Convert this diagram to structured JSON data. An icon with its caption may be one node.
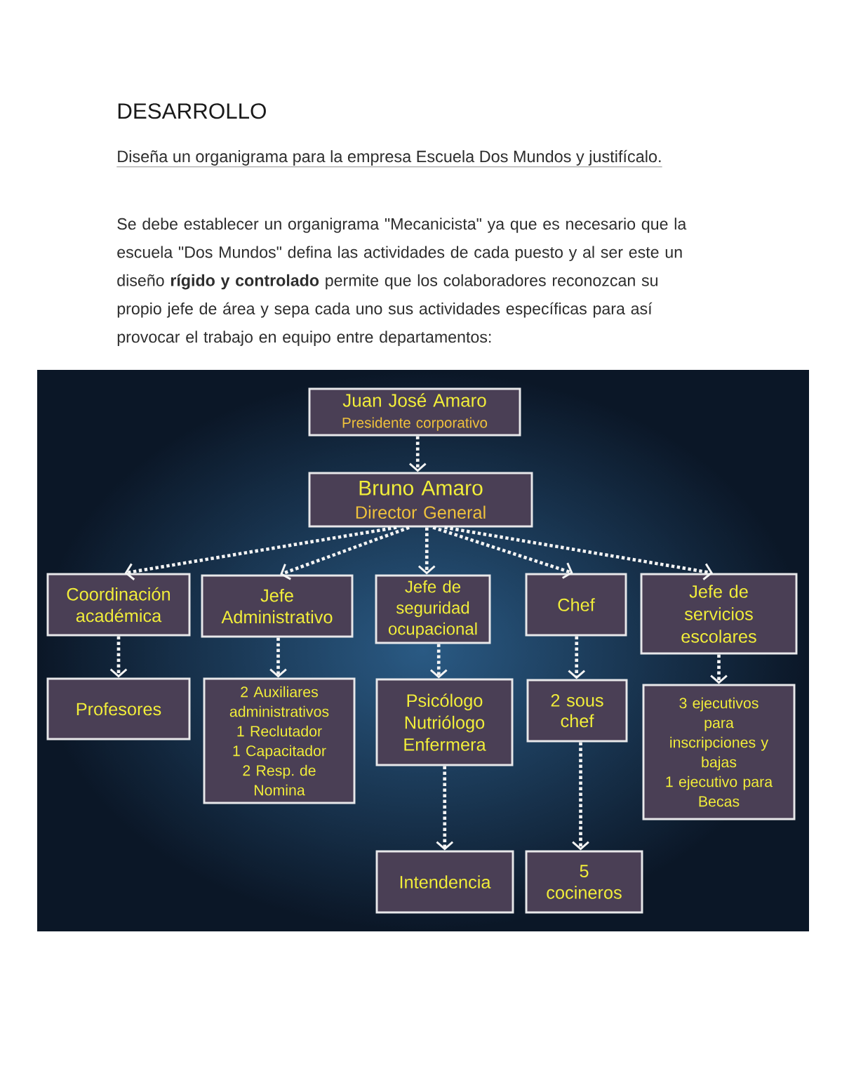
{
  "diagram": {
    "title": "DESARROLLO",
    "nodes": [
      {
        "text": [
          "Juan José Amaro",
          "Presidente corporativo"
        ]
      },
      {
        "text": [
          "Bruno Amaro",
          "Director General"
        ]
      },
      {
        "text": [
          "Coordinación académica"
        ]
      },
      {
        "text": [
          "Jefe Administrativo"
        ]
      },
      {
        "text": [
          "Jefe de seguridad ocupacional"
        ]
      },
      {
        "text": [
          "Chef"
        ]
      },
      {
        "text": [
          "Jefe de servicios escolares"
        ]
      },
      {
        "text": [
          "Profesores"
        ]
      },
      {
        "text": [
          "2 Auxiliares administrativos",
          "1 Reclutador",
          "1 Capacitador",
          "2 Resp. de Nomina"
        ]
      },
      {
        "text": [
          "Psicólogo",
          "Nutriólogo",
          "Enfermera"
        ]
      },
      {
        "text": [
          "2 sous chef"
        ]
      },
      {
        "text": [
          "3 ejecutivos para inscripciones y bajas",
          "1 ejecutivo para Becas"
        ]
      },
      {
        "text": [
          "Intendencia"
        ]
      },
      {
        "text": [
          "5 cocineros"
        ]
      }
    ],
    "edges": [
      {
        "from": 0,
        "to": 1,
        "arrow": "to",
        "style": "dashed"
      },
      {
        "from": 1,
        "to": 2,
        "arrow": "to",
        "style": "dashed"
      },
      {
        "from": 1,
        "to": 3,
        "arrow": "to",
        "style": "dashed"
      },
      {
        "from": 1,
        "to": 4,
        "arrow": "to",
        "style": "dashed"
      },
      {
        "from": 1,
        "to": 5,
        "arrow": "to",
        "style": "dashed"
      },
      {
        "from": 1,
        "to": 6,
        "arrow": "to",
        "style": "dashed"
      },
      {
        "from": 2,
        "to": 7,
        "arrow": "to",
        "style": "dashed"
      },
      {
        "from": 3,
        "to": 8,
        "arrow": "to",
        "style": "dashed"
      },
      {
        "from": 4,
        "to": 9,
        "arrow": "to",
        "style": "dashed"
      },
      {
        "from": 5,
        "to": 10,
        "arrow": "to",
        "style": "dashed"
      },
      {
        "from": 6,
        "to": 11,
        "arrow": "to",
        "style": "dashed"
      },
      {
        "from": 9,
        "to": 12,
        "arrow": "to",
        "style": "dashed"
      },
      {
        "from": 10,
        "to": 13,
        "arrow": "to",
        "style": "dashed"
      }
    ],
    "labels": [
      "Diseña un organigrama para la empresa Escuela Dos Mundos y justifícalo.",
      "Se debe establecer un organigrama \"Mecanicista\" ya que es necesario que la escuela \"Dos Mundos\" defina las actividades de cada puesto y al ser este un diseño **rígido y controlado** permite que los colaboradores reconozcan su propio jefe de área y sepa cada uno sus actividades específicas para así provocar el trabajo en equipo entre departamentos:"
    ]
  }
}
